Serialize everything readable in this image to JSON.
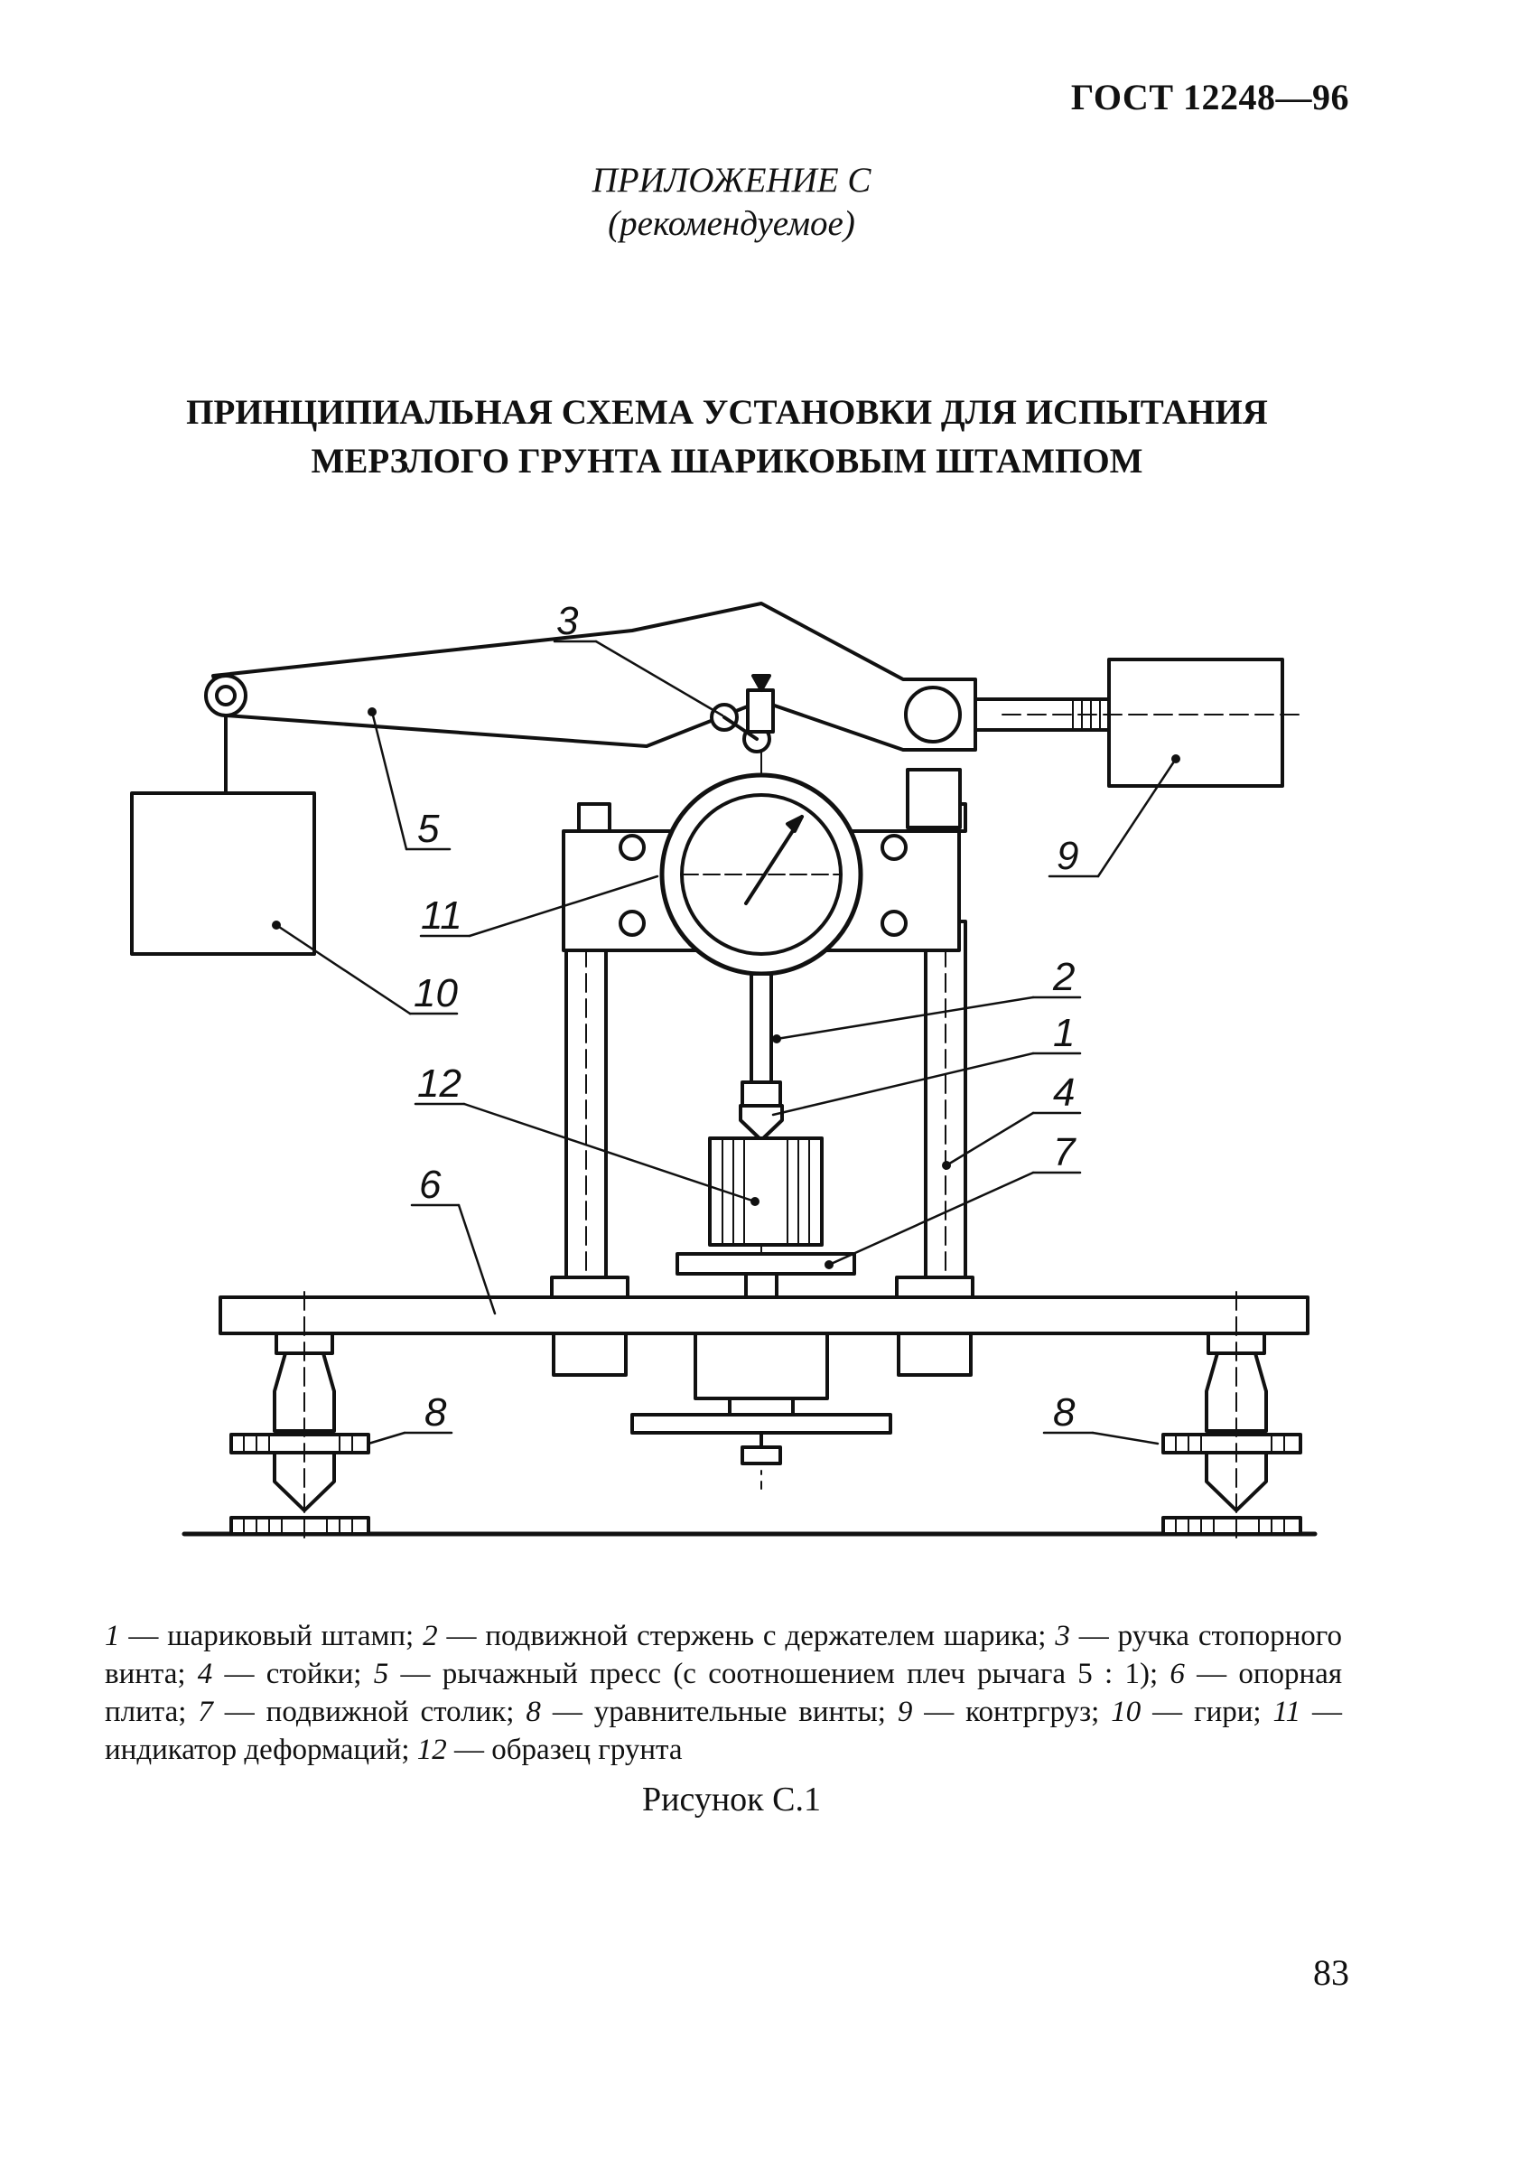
{
  "header": {
    "doc_code": "ГОСТ 12248—96"
  },
  "appendix": {
    "label": "ПРИЛОЖЕНИЕ С",
    "note": "(рекомендуемое)"
  },
  "title": {
    "line1": "ПРИНЦИПИАЛЬНАЯ СХЕМА УСТАНОВКИ ДЛЯ ИСПЫТАНИЯ",
    "line2": "МЕРЗЛОГО ГРУНТА ШАРИКОВЫМ ШТАМПОМ"
  },
  "figure": {
    "callouts": [
      "1",
      "2",
      "3",
      "4",
      "5",
      "6",
      "7",
      "8",
      "8",
      "9",
      "10",
      "11",
      "12"
    ]
  },
  "legend": [
    {
      "num": "1",
      "text": " — шариковый штамп; "
    },
    {
      "num": "2",
      "text": " — подвижной стержень с держателем шарика; "
    },
    {
      "num": "3",
      "text": " — ручка стопорного винта; "
    },
    {
      "num": "4",
      "text": " — стойки; "
    },
    {
      "num": "5",
      "text": " — рычажный пресс (с соотношением плеч рычага 5 : 1); "
    },
    {
      "num": "6",
      "text": " — опорная плита; "
    },
    {
      "num": "7",
      "text": " — подвижной столик; "
    },
    {
      "num": "8",
      "text": " — уравнительные винты; "
    },
    {
      "num": "9",
      "text": " — контргруз; "
    },
    {
      "num": "10",
      "text": " — гири; "
    },
    {
      "num": "11",
      "text": " — индикатор деформаций; "
    },
    {
      "num": "12",
      "text": " — образец грунта"
    }
  ],
  "figure_caption": "Рисунок С.1",
  "page_number": "83"
}
